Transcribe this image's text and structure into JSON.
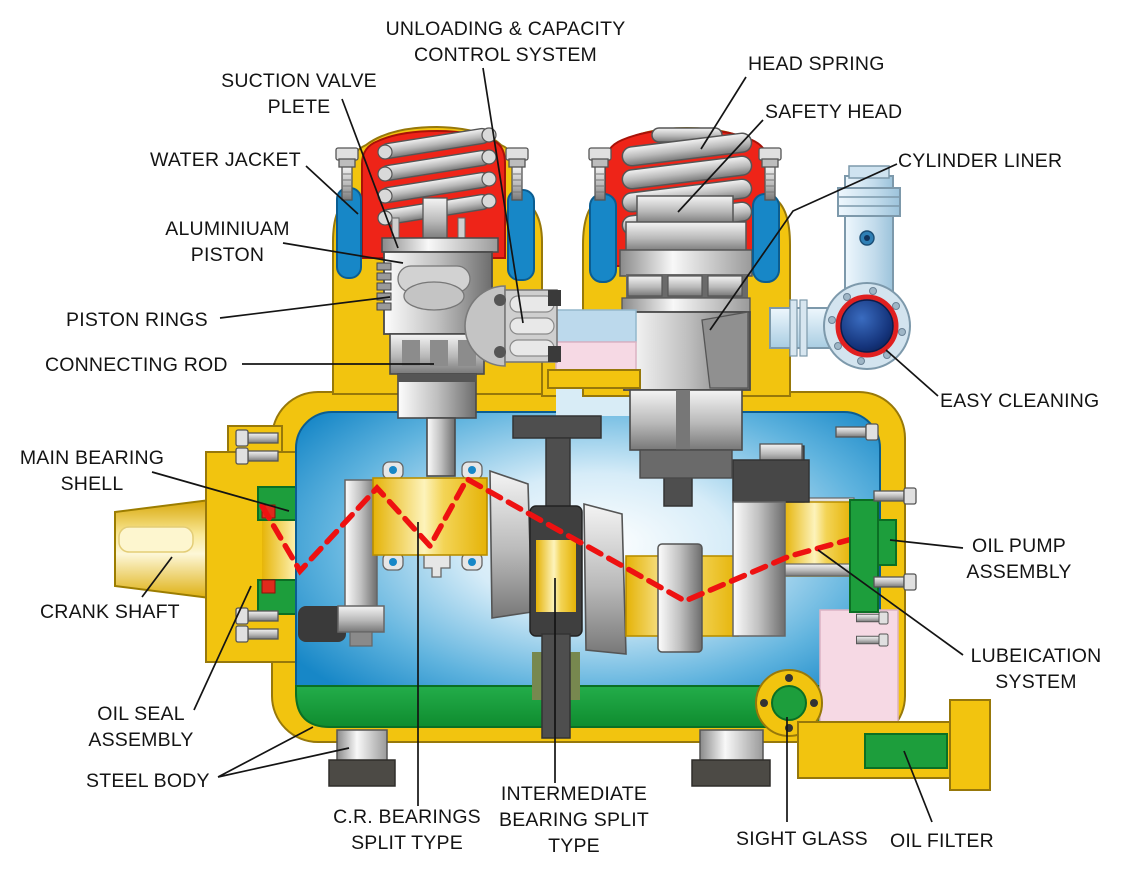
{
  "figure": {
    "type": "technical-diagram",
    "subject": "reciprocating compressor cross-section",
    "labels": {
      "unloading": "UNLOADING & CAPACITY\nCONTROL SYSTEM",
      "suction_valve": "SUCTION VALVE\nPLETE",
      "water_jacket": "WATER JACKET",
      "aluminium_piston": "ALUMINIUAM\nPISTON",
      "piston_rings": "PISTON RINGS",
      "connecting_rod": "CONNECTING ROD",
      "head_spring": "HEAD SPRING",
      "safety_head": "SAFETY HEAD",
      "cylinder_liner": "CYLINDER LINER",
      "easy_cleaning": "EASY CLEANING",
      "main_bearing_shell": "MAIN BEARING\nSHELL",
      "crank_shaft": "CRANK SHAFT",
      "oil_pump": "OIL PUMP\nASSEMBLY",
      "lubeication": "LUBEICATION\nSYSTEM",
      "oil_seal": "OIL SEAL\nASSEMBLY",
      "steel_body": "STEEL BODY",
      "cr_bearings": "C.R. BEARINGS\nSPLIT TYPE",
      "intermediate_bearing": "INTERMEDIATE\nBEARING SPLIT\nTYPE",
      "sight_glass": "SIGHT GLASS",
      "oil_filter": "OIL FILTER"
    },
    "palette": {
      "body_yellow": "#f2c40f",
      "head_red": "#ee2418",
      "coolant_blue": "#1787c7",
      "oil_green": "#149a38",
      "seal_green": "#1d9e3c",
      "passage_pink": "#f6d9e4",
      "passage_blue": "#bcd9ec",
      "metal_light": "#e8e8e8",
      "metal_dark": "#5f5f5f",
      "lube_line_red": "#ee1111",
      "label_text": "#141414",
      "background": "#ffffff"
    }
  }
}
